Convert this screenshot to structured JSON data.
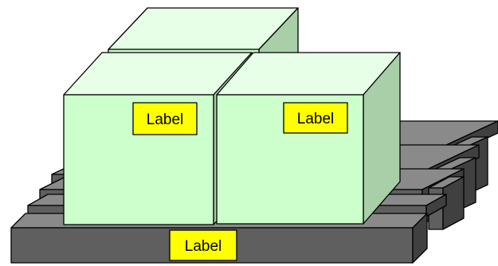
{
  "diagram": {
    "labels": {
      "box_left": "Label",
      "box_right": "Label",
      "pallet": "Label"
    }
  },
  "colors": {
    "box_front": "#ccffcc",
    "box_top": "#e6ffe6",
    "box_side": "#a8cfa8",
    "pallet_front": "#5f5f5f",
    "pallet_top": "#8a8a8a",
    "pallet_side": "#404040",
    "label_fill": "#ffff00",
    "outline": "#000000"
  }
}
